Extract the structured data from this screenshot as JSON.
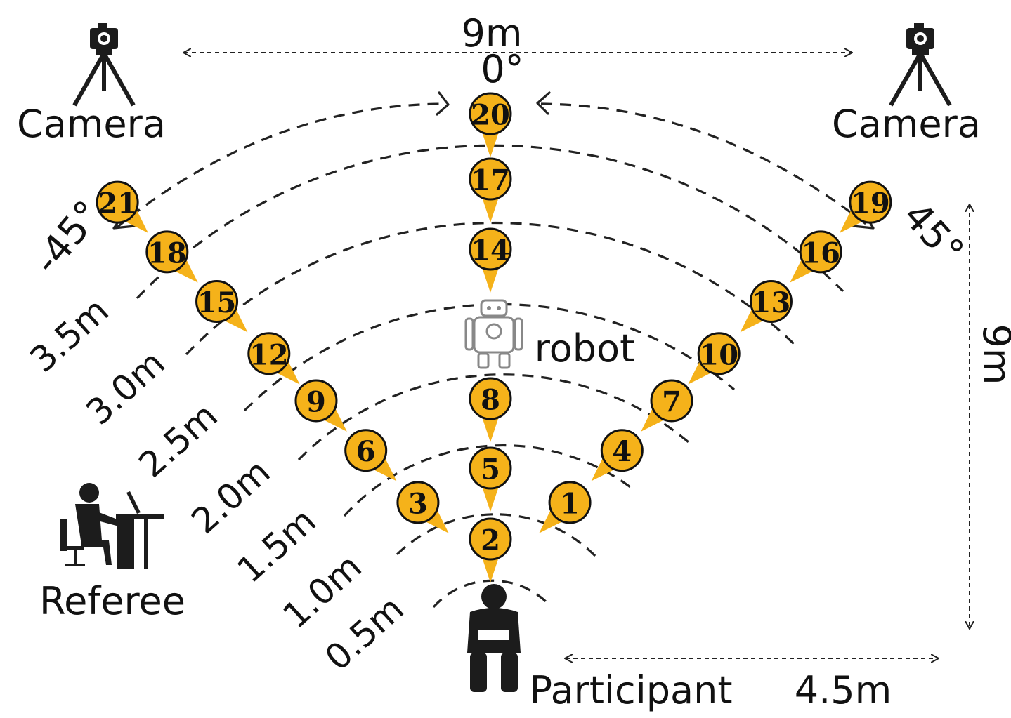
{
  "dimensions": {
    "top_width": "9m",
    "side_height": "9m",
    "bottom_width": "4.5m"
  },
  "angles": {
    "center": "0°",
    "left": "-45°",
    "right": "45°"
  },
  "labels": {
    "camera_left": "Camera",
    "camera_right": "Camera",
    "robot": "robot",
    "referee": "Referee",
    "participant": "Participant"
  },
  "distances": [
    "0.5m",
    "1.0m",
    "1.5m",
    "2.0m",
    "2.5m",
    "3.0m",
    "3.5m"
  ],
  "positions": {
    "left": [
      "3",
      "6",
      "9",
      "12",
      "15",
      "18",
      "21"
    ],
    "center": [
      "2",
      "5",
      "8",
      "14",
      "17",
      "20"
    ],
    "right": [
      "1",
      "4",
      "7",
      "10",
      "13",
      "16",
      "19"
    ]
  },
  "colors": {
    "marker_fill": "#f5b21a",
    "line": "#222222",
    "icon": "#1c1c1c"
  },
  "icons": [
    "camera-tripod-icon",
    "robot-icon",
    "referee-at-desk-icon",
    "participant-seated-icon"
  ]
}
